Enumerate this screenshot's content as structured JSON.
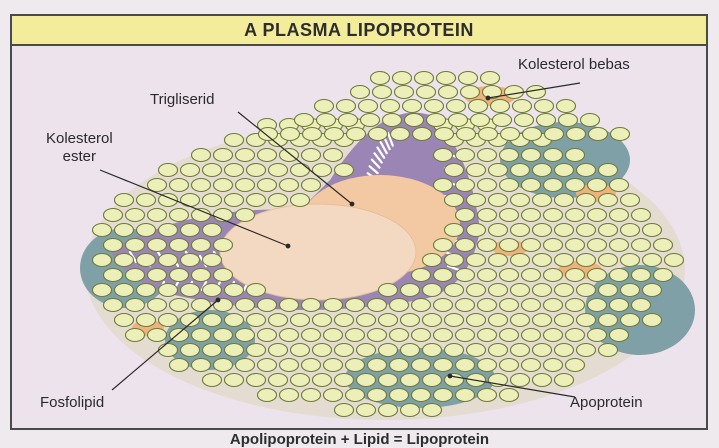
{
  "title": "A PLASMA LIPOPROTEIN",
  "labels": {
    "kolesterol_bebas": "Kolesterol bebas",
    "trigliserid": "Trigliserid",
    "kolesterol_ester": "Kolesterol\nester",
    "fosfolipid": "Fosfolipid",
    "apoprotein": "Apoprotein"
  },
  "caption": "Apolipoprotein + Lipid = Lipoprotein",
  "colors": {
    "phospholipid_head": "#ecefb8",
    "phospholipid_outline": "#6e7a3a",
    "triglyceride": "#f2c9a2",
    "cholesteryl_ester": "#f4d9c2",
    "core_purple": "#9b85b4",
    "apoprotein": "#7fa0a6",
    "free_cholesterol": "#f0b27c"
  }
}
